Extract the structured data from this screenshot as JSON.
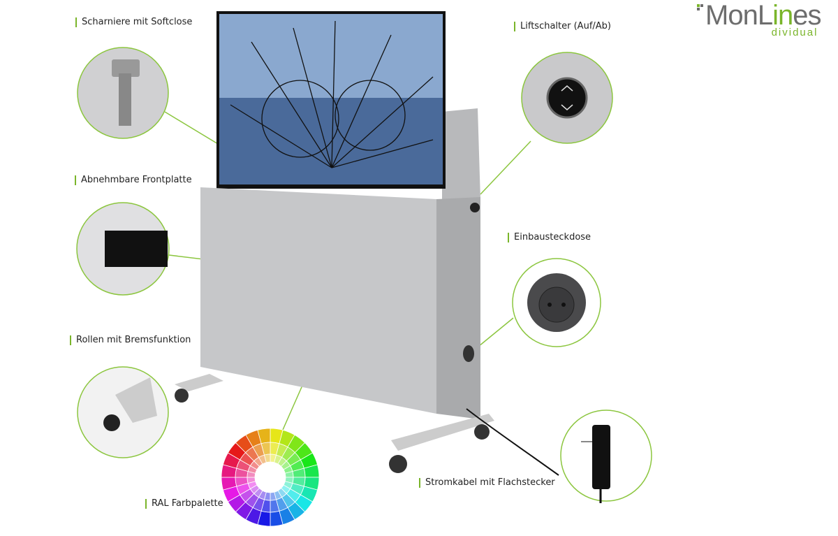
{
  "logo": {
    "part1": "MonL",
    "part2": "in",
    "part3": "es",
    "sub": "dividual"
  },
  "labels": {
    "hinge": "Scharniere mit Softclose",
    "front_panel": "Abnehmbare Frontplatte",
    "casters": "Rollen mit Bremsfunktion",
    "lift_switch": "Liftschalter (Auf/Ab)",
    "socket": "Einbausteckdose",
    "cable": "Stromkabel mit Flachstecker",
    "ral": "RAL Farbpalette"
  },
  "colors": {
    "accent": "#7ab52a",
    "cabinet": "#c4c5c7",
    "cabinet_side": "#a9aaac"
  }
}
